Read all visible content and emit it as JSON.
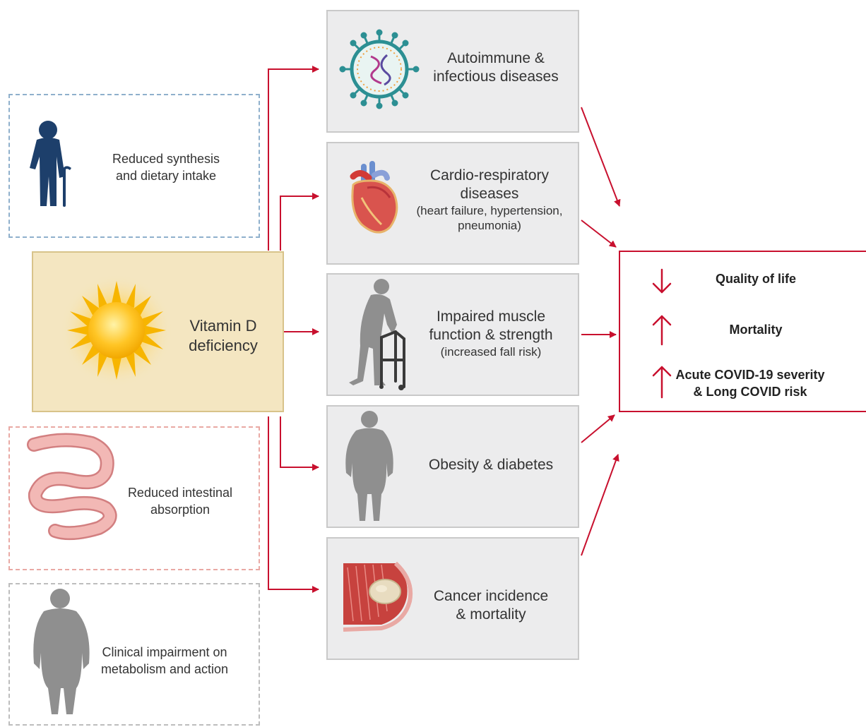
{
  "causes": [
    {
      "label_line1": "Reduced synthesis",
      "label_line2": "and dietary intake"
    },
    {
      "label_line1": "Reduced intestinal",
      "label_line2": "absorption"
    },
    {
      "label_line1": "Clinical impairment on",
      "label_line2": "metabolism and action"
    }
  ],
  "center": {
    "line1": "Vitamin D",
    "line2": "deficiency"
  },
  "outcomes": [
    {
      "line1": "Autoimmune &",
      "line2": "infectious diseases"
    },
    {
      "line1": "Cardio-respiratory",
      "line2": "diseases",
      "sub1": "(heart failure, hypertension,",
      "sub2": "pneumonia)"
    },
    {
      "line1": "Impaired muscle",
      "line2": "function & strength",
      "sub1": "(increased fall risk)"
    },
    {
      "line1": "Obesity & diabetes"
    },
    {
      "line1": "Cancer incidence",
      "line2": "& mortality"
    }
  ],
  "results": {
    "quality": "Quality of life",
    "mortality": "Mortality",
    "covid_line1": "Acute COVID-19 severity",
    "covid_line2": "& Long COVID risk"
  },
  "colors": {
    "arrow": "#c8102e",
    "blue_dash": "#8fb0cc",
    "pink_dash": "#e9a9a4",
    "grey_dash": "#bdbdbd",
    "center_fill": "#f4e6c1",
    "outcome_fill": "#ececed",
    "silhouette_blue": "#1d3f6b",
    "silhouette_grey": "#8f8f8f"
  },
  "icons": [
    "elderly-person-icon",
    "intestine-icon",
    "obese-person-icon",
    "sun-icon",
    "virus-icon",
    "heart-icon",
    "walker-person-icon",
    "obese-silhouette-icon",
    "tumor-tissue-icon"
  ]
}
